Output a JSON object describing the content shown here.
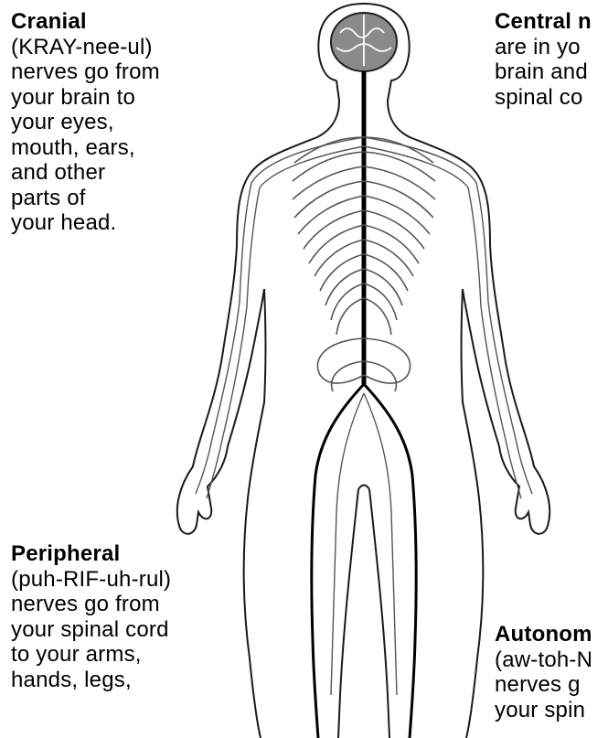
{
  "labels": {
    "cranial": {
      "title": "Cranial",
      "lines": [
        "(KRAY-nee-ul)",
        "nerves go from",
        "your brain to",
        "your eyes,",
        "mouth, ears,",
        "and other",
        "parts of",
        "your head."
      ]
    },
    "central": {
      "title": "Central n",
      "lines": [
        "are in yo",
        "brain and",
        "spinal co"
      ]
    },
    "peripheral": {
      "title": "Peripheral",
      "lines": [
        "(puh-RIF-uh-rul)",
        "nerves go from",
        "your spinal cord",
        "to your arms,",
        "hands, legs,"
      ]
    },
    "autonomic": {
      "title": "Autonom",
      "lines": [
        "(aw-toh-N",
        "nerves g",
        "your spin"
      ]
    }
  },
  "figure": {
    "outline_color": "#1a1a1a",
    "nerve_color": "#555555",
    "cord_color": "#000000",
    "brain_color": "#8a8a8a"
  }
}
